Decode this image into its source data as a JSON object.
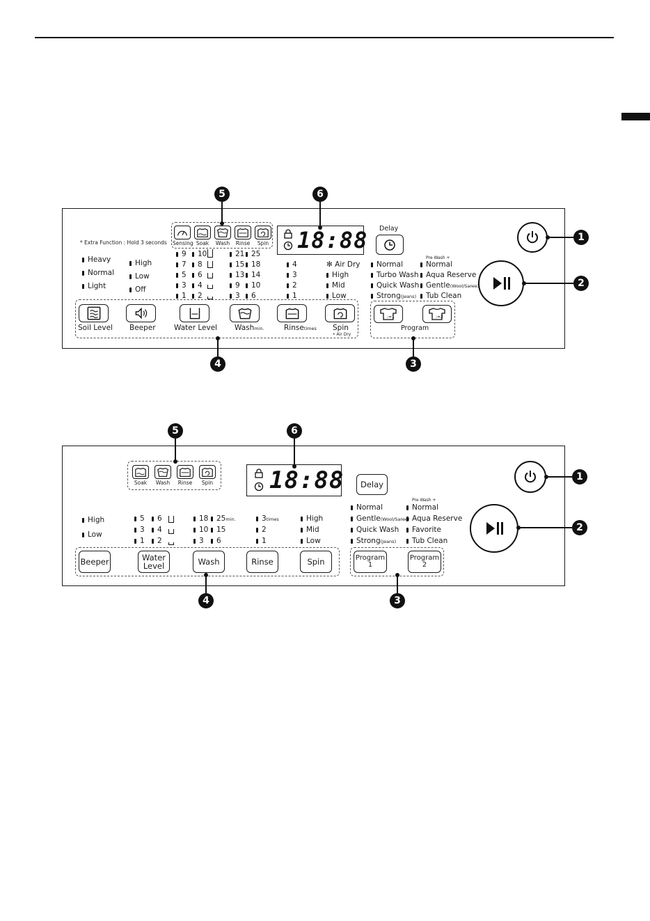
{
  "diagram1": {
    "extra_function": "* Extra Function : Hold 3 seconds",
    "stage_labels": [
      "Sensing",
      "Soak",
      "Wash",
      "Rinse",
      "Spin"
    ],
    "display": "18:88",
    "delay_label": "Delay",
    "soil_levels": [
      "Heavy",
      "Normal",
      "Light"
    ],
    "beeper_levels": [
      "High",
      "Low",
      "Off"
    ],
    "water_col1": [
      "9",
      "7",
      "5",
      "3",
      "1"
    ],
    "water_col2": [
      "10",
      "8",
      "6",
      "4",
      "2"
    ],
    "wash_col1": [
      "21",
      "15",
      "13",
      "9",
      "3"
    ],
    "wash_col2": [
      "25",
      "18",
      "14",
      "10",
      "6"
    ],
    "rinse_levels": [
      "4",
      "3",
      "2",
      "1"
    ],
    "spin_levels": [
      "Air Dry",
      "High",
      "Mid",
      "Low"
    ],
    "program1_items": [
      "Normal",
      "Turbo Wash",
      "Quick Wash",
      "Strong"
    ],
    "program1_sub": "(Jeans)",
    "program2_pre": "Pre Wash +",
    "program2_items": [
      "Normal",
      "Aqua Reserve",
      "Gentle",
      "Tub Clean"
    ],
    "program2_sub": "(Wool/Saree)",
    "buttons": [
      "Soil Level",
      "Beeper",
      "Water Level",
      "Wash",
      "Rinse",
      "Spin"
    ],
    "wash_unit": "min.",
    "rinse_unit": "times",
    "spin_sub": "• Air Dry",
    "program_label": "Program",
    "markers": [
      "5",
      "6",
      "1",
      "2",
      "4",
      "3"
    ]
  },
  "diagram2": {
    "stage_labels": [
      "Soak",
      "Wash",
      "Rinse",
      "Spin"
    ],
    "display": "18:88",
    "delay_label": "Delay",
    "beeper_levels": [
      "High",
      "Low"
    ],
    "water_col1": [
      "5",
      "3",
      "1"
    ],
    "water_col2": [
      "6",
      "4",
      "2"
    ],
    "wash_col1": [
      "18",
      "10",
      "3"
    ],
    "wash_col2": [
      "25",
      "15",
      "6"
    ],
    "wash_unit": "min.",
    "rinse_levels": [
      "3",
      "2",
      "1"
    ],
    "rinse_unit": "times",
    "spin_levels": [
      "High",
      "Mid",
      "Low"
    ],
    "program1_items": [
      "Normal",
      "Gentle",
      "Quick Wash",
      "Strong"
    ],
    "program1_sub_gentle": "(Wool/Saree)",
    "program1_sub_strong": "(Jeans)",
    "program2_pre": "Pre Wash +",
    "program2_items": [
      "Normal",
      "Aqua Reserve",
      "Favorite",
      "Tub Clean"
    ],
    "buttons": [
      "Beeper",
      "Water\nLevel",
      "Wash",
      "Rinse",
      "Spin"
    ],
    "program_buttons": [
      "Program 1",
      "Program 2"
    ],
    "markers": [
      "5",
      "6",
      "1",
      "2",
      "4",
      "3"
    ]
  }
}
